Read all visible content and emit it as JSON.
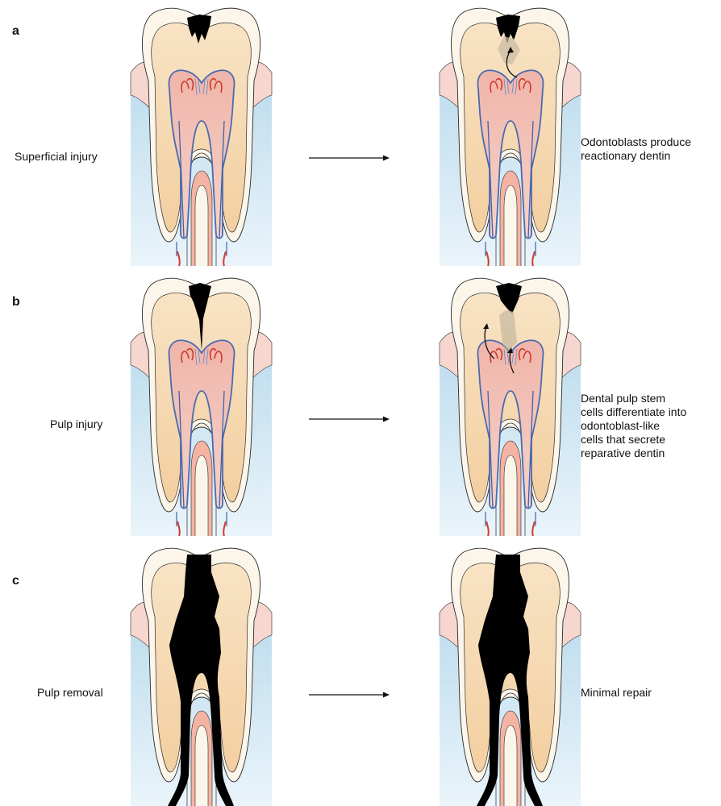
{
  "panels": [
    {
      "letter": "a",
      "left_label": "Superficial injury",
      "right_label_lines": [
        "Odontoblasts produce",
        "reactionary dentin"
      ]
    },
    {
      "letter": "b",
      "left_label": "Pulp injury",
      "right_label_lines": [
        "Dental pulp stem",
        "cells differentiate into",
        "odontoblast-like",
        "cells that secrete",
        "reparative dentin"
      ]
    },
    {
      "letter": "c",
      "left_label": "Pulp removal",
      "right_label_lines": [
        "Minimal repair"
      ]
    }
  ],
  "colors": {
    "enamel": "#faf3e6",
    "dentin": "#f6d9b0",
    "pulp": "#f3c3b6",
    "gum": "#f6d6cf",
    "bone": "#cfe4f0",
    "vessel_blue": "#3f63a8",
    "vessel_red": "#d23a2a",
    "decay": "#000000",
    "repair_dentin": "#c9b9a2"
  }
}
